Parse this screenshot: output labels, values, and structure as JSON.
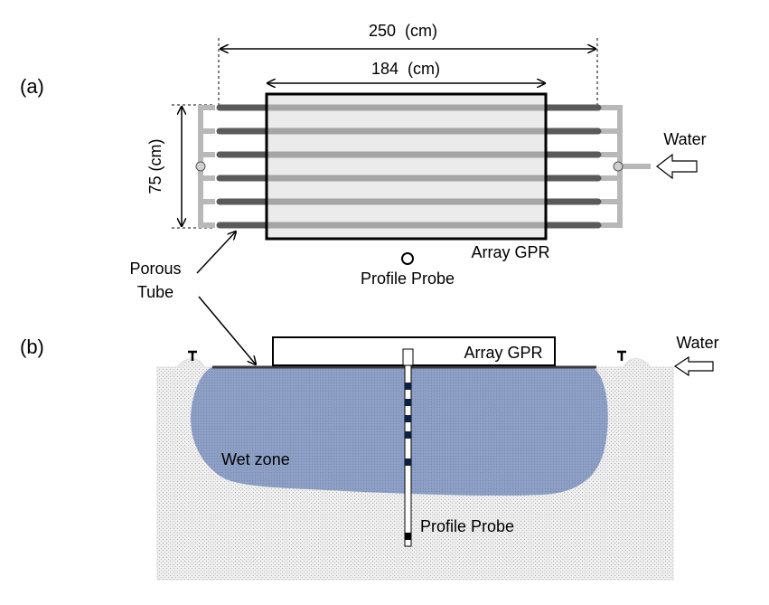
{
  "panel_a": {
    "label": "(a)",
    "width_outer": "250  (cm)",
    "width_inner": "184  (cm)",
    "height": "75 (cm)",
    "water": "Water",
    "array_gpr": "Array GPR",
    "profile_probe": "Profile Probe",
    "porous_tube_line1": "Porous",
    "porous_tube_line2": "Tube"
  },
  "panel_b": {
    "label": "(b)",
    "array_gpr": "Array GPR",
    "water": "Water",
    "wet_zone": "Wet zone",
    "profile_probe": "Profile Probe"
  },
  "colors": {
    "soil": "#e8e8e8",
    "wet_zone": "#8d9fc4",
    "tube_dark": "#5a5a5a",
    "tube_light": "#a0a0a0",
    "gpr_fill": "#ebebeb"
  }
}
